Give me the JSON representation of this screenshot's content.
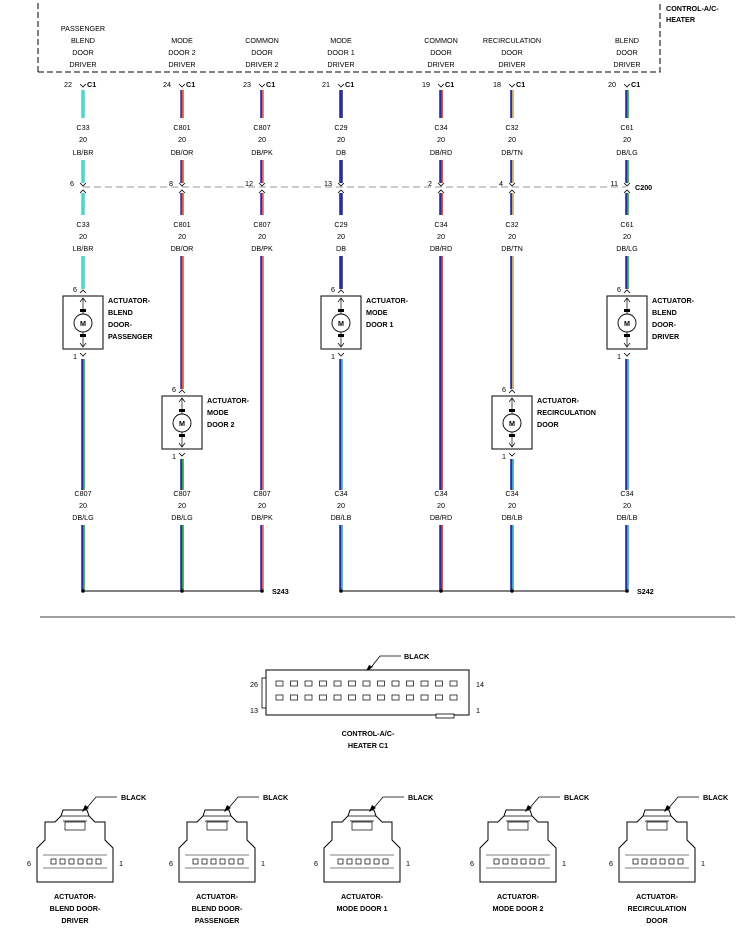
{
  "module": {
    "title_line1": "CONTROL-A/C-",
    "title_line2": "HEATER",
    "drivers": [
      {
        "lines": [
          "PASSENGER",
          "BLEND",
          "DOOR",
          "DRIVER"
        ]
      },
      {
        "lines": [
          "MODE",
          "DOOR 2",
          "DRIVER"
        ]
      },
      {
        "lines": [
          "COMMON",
          "DOOR",
          "DRIVER 2"
        ]
      },
      {
        "lines": [
          "MODE",
          "DOOR 1",
          "DRIVER"
        ]
      },
      {
        "lines": [
          "COMMON",
          "DOOR",
          "DRIVER"
        ]
      },
      {
        "lines": [
          "RECIRCULATION",
          "DOOR",
          "DRIVER"
        ]
      },
      {
        "lines": [
          "BLEND",
          "DOOR",
          "DRIVER"
        ]
      }
    ]
  },
  "wires": [
    {
      "c1_pin": "22",
      "c1": "C1",
      "circuit": "C33",
      "gauge": "20",
      "color_code": "LB/BR",
      "c200_pin": "6",
      "colors": [
        "#4fd6cf",
        "#4fd6cf"
      ]
    },
    {
      "c1_pin": "24",
      "c1": "C1",
      "circuit": "C801",
      "gauge": "20",
      "color_code": "DB/OR",
      "c200_pin": "8",
      "colors": [
        "#3a3fa8",
        "#e0563a"
      ]
    },
    {
      "c1_pin": "23",
      "c1": "C1",
      "circuit": "C807",
      "gauge": "20",
      "color_code": "DB/PK",
      "c200_pin": "12",
      "colors": [
        "#2c2fa6",
        "#e05a7a"
      ]
    },
    {
      "c1_pin": "21",
      "c1": "C1",
      "circuit": "C29",
      "gauge": "20",
      "color_code": "DB",
      "c200_pin": "13",
      "colors": [
        "#2a2d9e",
        "#2a2d9e"
      ]
    },
    {
      "c1_pin": "19",
      "c1": "C1",
      "circuit": "C34",
      "gauge": "20",
      "color_code": "DB/RD",
      "c200_pin": "2",
      "colors": [
        "#2a2d9e",
        "#d52626"
      ]
    },
    {
      "c1_pin": "18",
      "c1": "C1",
      "circuit": "C32",
      "gauge": "20",
      "color_code": "DB/TN",
      "c200_pin": "4",
      "colors": [
        "#2a2d9e",
        "#c8aa7a"
      ]
    },
    {
      "c1_pin": "20",
      "c1": "C1",
      "circuit": "C61",
      "gauge": "20",
      "color_code": "DB/LG",
      "c200_pin": "11",
      "colors": [
        "#2a2d9e",
        "#2ea04a"
      ]
    }
  ],
  "c200_label": "C200",
  "actuators": [
    {
      "pin_top": "6",
      "pin_bottom": "1",
      "motor": "M",
      "label": [
        "ACTUATOR-",
        "BLEND",
        "DOOR-",
        "PASSENGER"
      ]
    },
    {
      "pin_top": "6",
      "pin_bottom": "1",
      "motor": "M",
      "label": [
        "ACTUATOR-",
        "MODE",
        "DOOR 2"
      ]
    },
    {
      "pin_top": "6",
      "pin_bottom": "1",
      "motor": "M",
      "label": [
        "ACTUATOR-",
        "MODE",
        "DOOR 1"
      ]
    },
    {
      "pin_top": "6",
      "pin_bottom": "1",
      "motor": "M",
      "label": [
        "ACTUATOR-",
        "RECIRCULATION",
        "DOOR"
      ]
    },
    {
      "pin_top": "6",
      "pin_bottom": "1",
      "motor": "M",
      "label": [
        "ACTUATOR-",
        "BLEND",
        "DOOR-",
        "DRIVER"
      ]
    }
  ],
  "bottom_wires": [
    {
      "circuit": "C807",
      "gauge": "20",
      "color_code": "DB/LG",
      "colors": [
        "#2a2d9e",
        "#2ea04a"
      ]
    },
    {
      "circuit": "C807",
      "gauge": "20",
      "color_code": "DB/LG",
      "colors": [
        "#2a2d9e",
        "#2ea04a"
      ]
    },
    {
      "circuit": "C807",
      "gauge": "20",
      "color_code": "DB/PK",
      "colors": [
        "#2c2fa6",
        "#e05a7a"
      ]
    },
    {
      "circuit": "C34",
      "gauge": "20",
      "color_code": "DB/LB",
      "colors": [
        "#2a2d9e",
        "#3aa0d8"
      ]
    },
    {
      "circuit": "C34",
      "gauge": "20",
      "color_code": "DB/RD",
      "colors": [
        "#2a2d9e",
        "#d52626"
      ]
    },
    {
      "circuit": "C34",
      "gauge": "20",
      "color_code": "DB/LB",
      "colors": [
        "#2a2d9e",
        "#3aa0d8"
      ]
    },
    {
      "circuit": "C34",
      "gauge": "20",
      "color_code": "DB/LB",
      "colors": [
        "#2a2d9e",
        "#3aa0d8"
      ]
    }
  ],
  "splices": {
    "left": "S243",
    "right": "S242"
  },
  "connector_c1": {
    "color": "BLACK",
    "pin_26": "26",
    "pin_14": "14",
    "pin_13": "13",
    "pin_1": "1",
    "label_line1": "CONTROL-A/C-",
    "label_line2": "HEATER C1"
  },
  "actuator_connectors": [
    {
      "color": "BLACK",
      "pin_left": "6",
      "pin_right": "1",
      "label": [
        "ACTUATOR-",
        "BLEND DOOR-",
        "DRIVER"
      ]
    },
    {
      "color": "BLACK",
      "pin_left": "6",
      "pin_right": "1",
      "label": [
        "ACTUATOR-",
        "BLEND DOOR-",
        "PASSENGER"
      ]
    },
    {
      "color": "BLACK",
      "pin_left": "6",
      "pin_right": "1",
      "label": [
        "ACTUATOR-",
        "MODE DOOR 1"
      ]
    },
    {
      "color": "BLACK",
      "pin_left": "6",
      "pin_right": "1",
      "label": [
        "ACTUATOR-",
        "MODE DOOR 2"
      ]
    },
    {
      "color": "BLACK",
      "pin_left": "6",
      "pin_right": "1",
      "label": [
        "ACTUATOR-",
        "RECIRCULATION",
        "DOOR"
      ]
    }
  ]
}
